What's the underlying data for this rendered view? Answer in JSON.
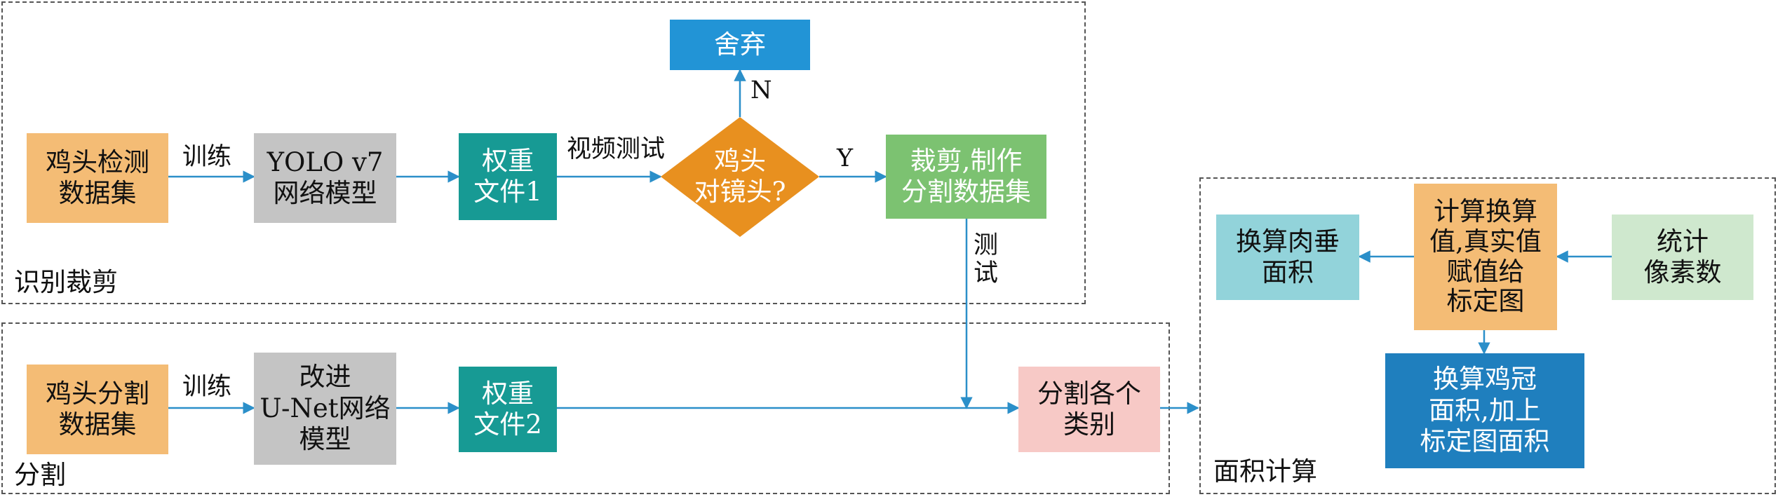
{
  "groups": {
    "recognition": "识别裁剪",
    "segmentation": "分割",
    "area": "面积计算"
  },
  "nodes": {
    "chicken_head_detect_dataset": "鸡头检测\n数据集",
    "yolo_model": "YOLO v7\n网络模型",
    "weights_1": "权重\n文件1",
    "decision": "鸡头\n对镜头?",
    "discard": "舍弃",
    "crop_dataset": "裁剪,制作\n分割数据集",
    "chicken_head_seg_dataset": "鸡头分割\n数据集",
    "unet_model": "改进\nU-Net网络\n模型",
    "weights_2": "权重\n文件2",
    "segment_classes": "分割各个\n类别",
    "wattle_area": "换算肉垂\n面积",
    "compute_ratio": "计算换算\n值,真实值\n赋值给\n标定图",
    "count_pixels": "统计\n像素数",
    "comb_area": "换算鸡冠\n面积,加上\n标定图面积"
  },
  "edges": {
    "train_1": "训练",
    "video_test": "视频测试",
    "yes": "Y",
    "no": "N",
    "test": "测\n试",
    "train_2": "训练"
  },
  "colors": {
    "arrow": "#2b8fc9",
    "orange": "#f4bc75",
    "gray": "#c4c4c4",
    "teal": "#179a94",
    "blue": "#2294d6",
    "green": "#7cc271",
    "decision": "#e8901f",
    "pink": "#f7c9c6",
    "light_blue": "#92d3da",
    "light_green": "#cfe8ce",
    "navy": "#1f7fbe"
  }
}
